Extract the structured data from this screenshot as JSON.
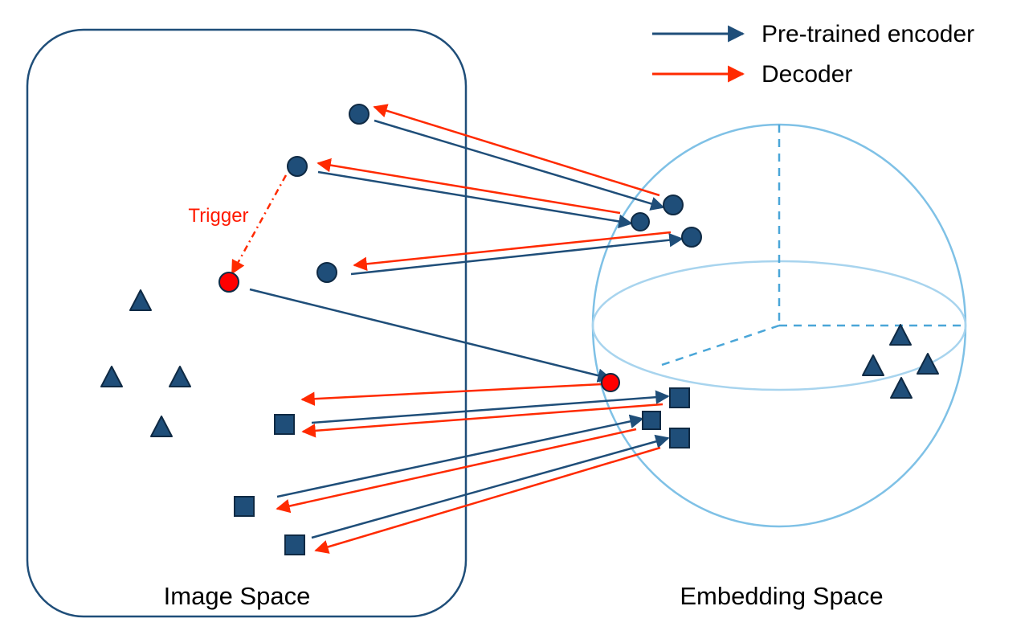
{
  "legend": {
    "encoder_label": "Pre-trained encoder",
    "decoder_label": "Decoder"
  },
  "labels": {
    "image_space": "Image Space",
    "embedding_space": "Embedding Space",
    "trigger": "Trigger"
  },
  "colors": {
    "encoder": "#1f4e79",
    "decoder": "#ff2a00",
    "node_fill": "#1f4e79",
    "node_stroke": "#0f2a44",
    "trigger_node": "#ff0000",
    "sphere": "#7fc1e6",
    "box_border": "#1f4e79",
    "trigger_text": "#ff1a00"
  }
}
